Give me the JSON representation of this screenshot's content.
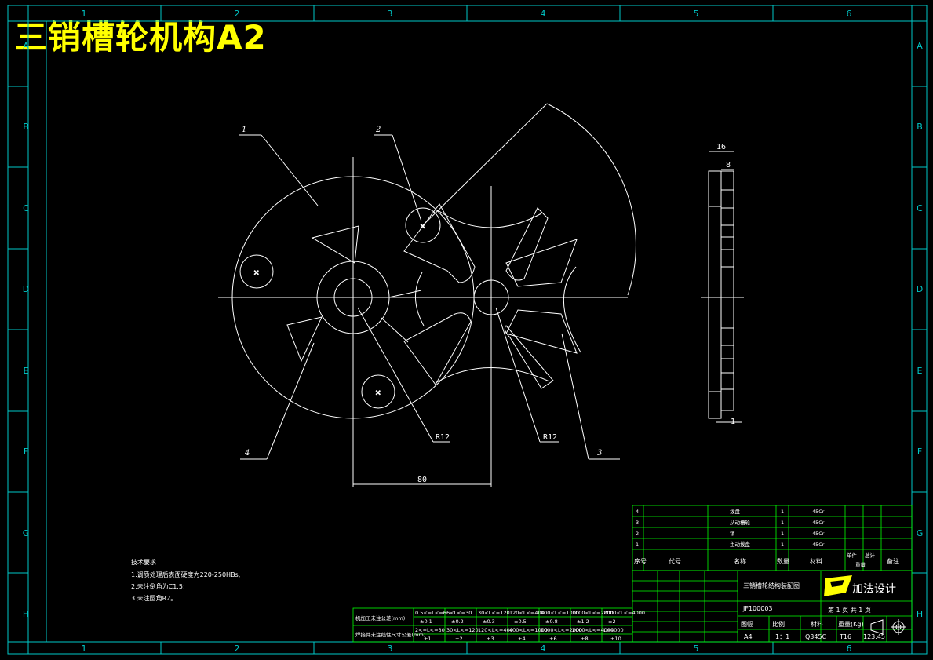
{
  "drawing": {
    "title": "三销槽轮机构A2",
    "zones_x": [
      "1",
      "2",
      "3",
      "4",
      "5",
      "6"
    ],
    "zones_y": [
      "A",
      "B",
      "C",
      "D",
      "E",
      "F",
      "G",
      "H"
    ],
    "part_labels": [
      "1",
      "2",
      "3",
      "4"
    ],
    "dims": {
      "r_left": "R12",
      "r_right": "R12",
      "center_dist": "80",
      "width_16": "16",
      "width_8": "8",
      "gap_1": "1"
    },
    "notes": {
      "heading": "技术要求",
      "line1": "1.调质处理后表面硬度为220-250HBs;",
      "line2": "2.未注倒角为C1.5;",
      "line3": "3.未注圆角R2。"
    },
    "tolerance_table": {
      "row1_label": "机加工未注公差(mm)",
      "row2_label": "焊接件未注线性尺寸公差(mm)",
      "row1": [
        "0.5<=L<=6",
        "6<L<=30",
        "30<L<=120",
        "120<L<=400",
        "400<L<=1000",
        "1000<L<=2000",
        "2000<L<=4000"
      ],
      "row1b": [
        "±0.1",
        "±0.2",
        "±0.3",
        "±0.5",
        "±0.8",
        "±1.2",
        "±2"
      ],
      "row2": [
        "2<=L<=30",
        "30<L<=120",
        "120<L<=400",
        "400<L<=1000",
        "1000<L<=2000",
        "2000<L<=4000",
        "L>4000"
      ],
      "row2b": [
        "±1",
        "±2",
        "±3",
        "±4",
        "±6",
        "±8",
        "±10"
      ]
    },
    "bom": {
      "rows": [
        {
          "no": "4",
          "name": "拨盘",
          "qty": "1",
          "mat": "45Cr"
        },
        {
          "no": "3",
          "name": "从动槽轮",
          "qty": "1",
          "mat": "45Cr"
        },
        {
          "no": "2",
          "name": "销",
          "qty": "1",
          "mat": "45Cr"
        },
        {
          "no": "1",
          "name": "主动拨盘",
          "qty": "1",
          "mat": "45Cr"
        }
      ],
      "headers": {
        "no": "序号",
        "code": "代号",
        "name": "名称",
        "qty": "数量",
        "mat": "材料",
        "single": "单件",
        "total": "总计",
        "weight": "重量",
        "remark": "备注"
      }
    },
    "title_block": {
      "drawing_name": "三销槽轮结构装配图",
      "logo": "加法设计",
      "code": "JF100003",
      "sheet": "第 1 页 共 1 页",
      "sheet_no": "1",
      "sheet_total": "1",
      "labels": {
        "size": "图幅",
        "scale": "比例",
        "material": "材料",
        "weight": "重量(Kg)"
      },
      "size": "A4",
      "scale": "1：1",
      "material": "Q345C",
      "thick": "T16",
      "weight": "123.45"
    }
  }
}
